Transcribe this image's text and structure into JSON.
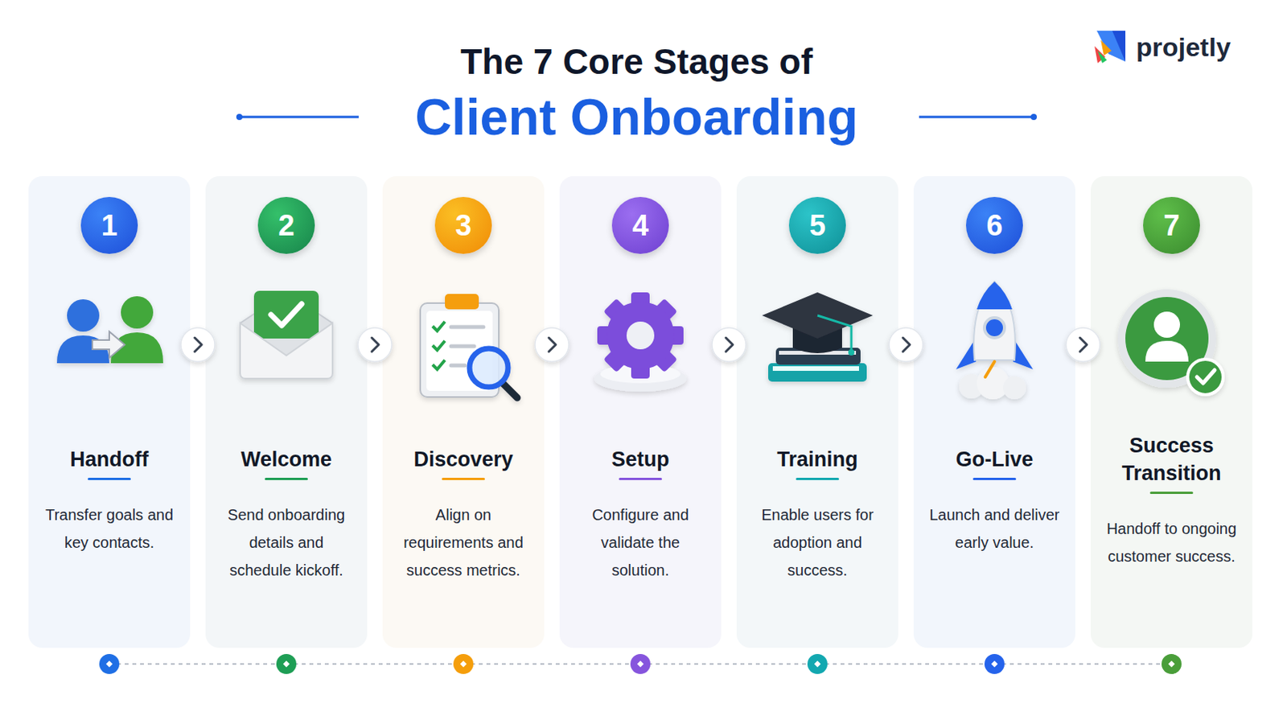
{
  "diagram": {
    "title": "The 7 Core Stages of",
    "nodes": [
      {
        "text": [
          "1",
          "Handoff",
          "Transfer goals and key contacts."
        ]
      },
      {
        "text": [
          "2",
          "Welcome",
          "Send onboarding details and schedule kickoff."
        ]
      },
      {
        "text": [
          "3",
          "Discovery",
          "Align on requirements and success metrics."
        ]
      },
      {
        "text": [
          "4",
          "Setup",
          "Configure and validate the solution."
        ]
      },
      {
        "text": [
          "5",
          "Training",
          "Enable users for adoption and success."
        ]
      },
      {
        "text": [
          "6",
          "Go-Live",
          "Launch and deliver early value."
        ]
      },
      {
        "text": [
          "7",
          "Success Transition",
          "Handoff to ongoing customer success."
        ]
      }
    ],
    "edges": [
      {
        "from": 0,
        "to": 1,
        "arrow": "to"
      },
      {
        "from": 1,
        "to": 2,
        "arrow": "to"
      },
      {
        "from": 2,
        "to": 3,
        "arrow": "to"
      },
      {
        "from": 3,
        "to": 4,
        "arrow": "to"
      },
      {
        "from": 4,
        "to": 5,
        "arrow": "to"
      },
      {
        "from": 5,
        "to": 6,
        "arrow": "to"
      }
    ],
    "labels": [
      "Client Onboarding",
      "projetly"
    ]
  }
}
